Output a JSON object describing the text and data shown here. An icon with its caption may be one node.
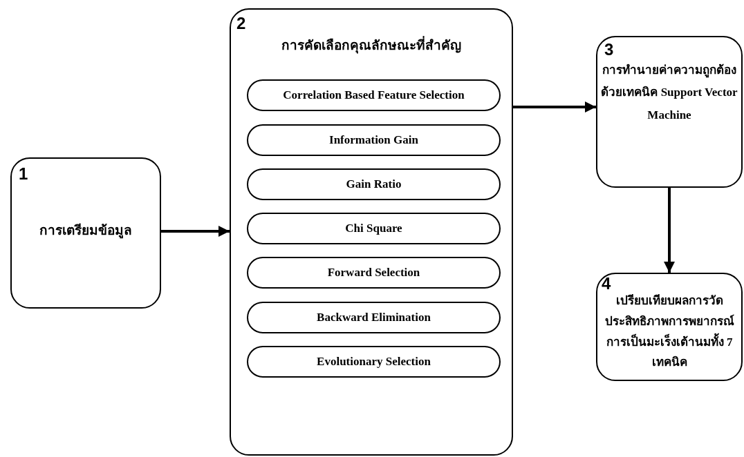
{
  "diagram": {
    "nodes": [
      {
        "text": [
          "1",
          "การเตรียมข้อมูล"
        ]
      },
      {
        "text": [
          "2",
          "การคัดเลือกคุณลักษณะที่สำคัญ"
        ]
      },
      {
        "text": [
          "Correlation Based Feature Selection"
        ],
        "in": 1
      },
      {
        "text": [
          "Information Gain"
        ],
        "in": 1
      },
      {
        "text": [
          "Gain Ratio"
        ],
        "in": 1
      },
      {
        "text": [
          "Chi Square"
        ],
        "in": 1
      },
      {
        "text": [
          "Forward Selection"
        ],
        "in": 1
      },
      {
        "text": [
          "Backward Elimination"
        ],
        "in": 1
      },
      {
        "text": [
          "Evolutionary Selection"
        ],
        "in": 1
      },
      {
        "text": [
          "3",
          "การทำนายค่าความถูกต้องด้วยเทคนิค Support Vector Machine"
        ]
      },
      {
        "text": [
          "4",
          "เปรียบเทียบผลการวัดประสิทธิภาพการพยากรณ์การเป็นมะเร็งเต้านมทั้ง 7 เทคนิค"
        ]
      }
    ],
    "edges": [
      {
        "from": 0,
        "to": 1,
        "arrow": "to"
      },
      {
        "from": 1,
        "to": 9,
        "arrow": "to"
      },
      {
        "from": 9,
        "to": 10,
        "arrow": "to"
      }
    ]
  }
}
